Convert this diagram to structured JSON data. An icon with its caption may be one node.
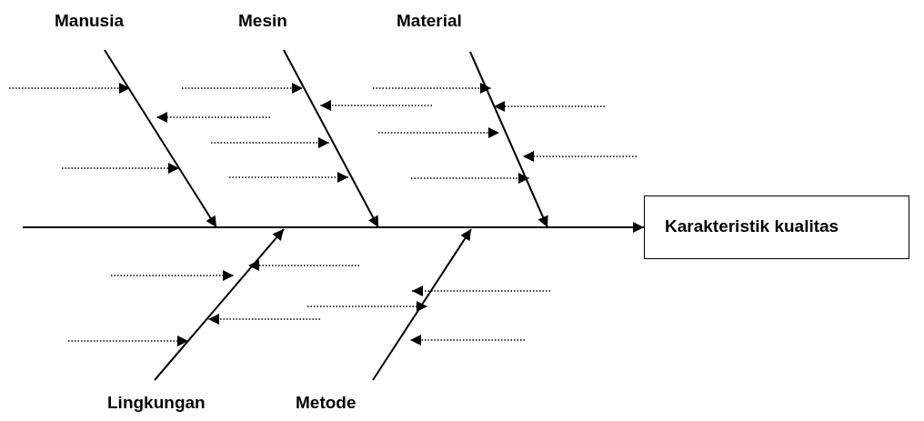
{
  "diagram": {
    "nodes": [
      {
        "text": [
          "Manusia"
        ]
      },
      {
        "text": [
          "Mesin"
        ]
      },
      {
        "text": [
          "Material"
        ]
      },
      {
        "text": [
          "Lingkungan"
        ]
      },
      {
        "text": [
          "Metode"
        ]
      },
      {
        "text": [
          "Karakteristik kualitas"
        ]
      }
    ],
    "edges": [
      {
        "from": 0,
        "to": null,
        "arrow": "to"
      },
      {
        "from": 1,
        "to": null,
        "arrow": "to"
      },
      {
        "from": 2,
        "to": null,
        "arrow": "to"
      },
      {
        "from": 3,
        "to": null,
        "arrow": "to"
      },
      {
        "from": 4,
        "to": null,
        "arrow": "to"
      },
      {
        "from": null,
        "to": 5,
        "arrow": "to"
      }
    ]
  }
}
